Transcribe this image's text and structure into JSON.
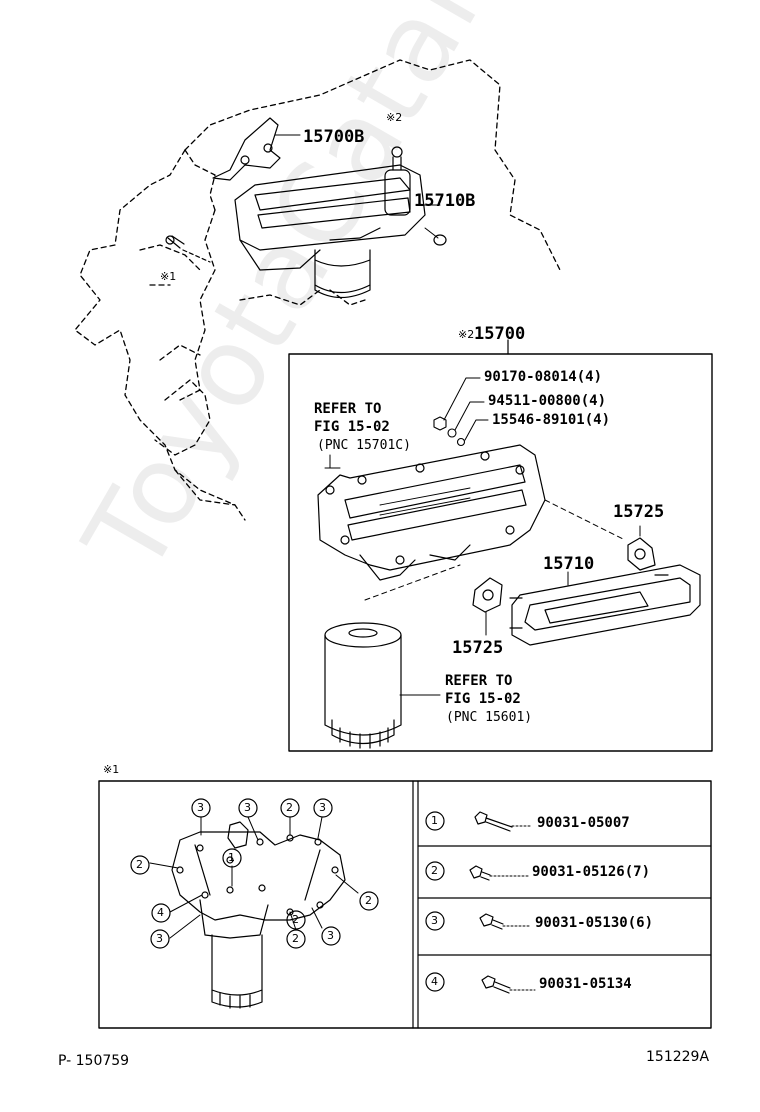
{
  "watermark": "ToyotaCatalogue.ru",
  "engine_labels": {
    "part_15700B": "15700B",
    "part_15710B": "15710B",
    "mark_2": "※2",
    "mark_1": "※1"
  },
  "detail_box": {
    "header_mark": "※2",
    "header_part": "15700",
    "parts": [
      {
        "num": "90170-08014",
        "qty": "(4)"
      },
      {
        "num": "94511-00800",
        "qty": "(4)"
      },
      {
        "num": "15546-89101",
        "qty": "(4)"
      }
    ],
    "refer1": {
      "line1": "REFER TO",
      "line2": "FIG 15-02",
      "line3": "(PNC 15701C)"
    },
    "refer2": {
      "line1": "REFER TO",
      "line2": "FIG 15-02",
      "line3": "(PNC 15601)"
    },
    "part_15725_a": "15725",
    "part_15725_b": "15725",
    "part_15710": "15710"
  },
  "bolt_section": {
    "mark": "※1",
    "rows": [
      {
        "callout": "1",
        "num": "90031-05007",
        "qty": ""
      },
      {
        "callout": "2",
        "num": "90031-05126",
        "qty": "(7)"
      },
      {
        "callout": "3",
        "num": "90031-05130",
        "qty": "(6)"
      },
      {
        "callout": "4",
        "num": "90031-05134",
        "qty": ""
      }
    ],
    "diagram_callouts": [
      "3",
      "3",
      "2",
      "3",
      "2",
      "1",
      "2",
      "4",
      "3",
      "2",
      "2",
      "3"
    ]
  },
  "footer": {
    "left": "P- 150759",
    "right": "151229A"
  }
}
